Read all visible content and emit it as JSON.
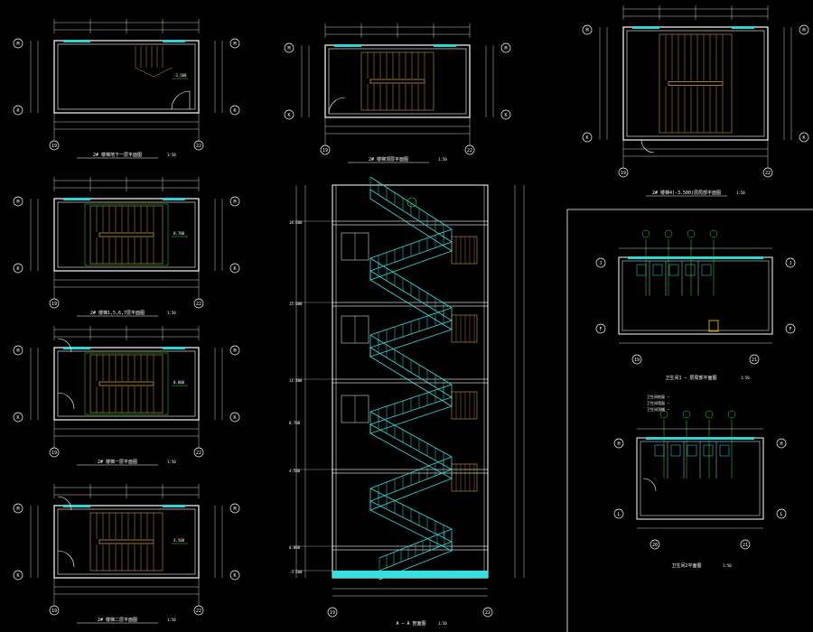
{
  "colors": {
    "background": "#000000",
    "wall": "#ffffff",
    "stair": "#c89a3c",
    "section": "#35e0e0",
    "hatch_green": "#3cdc3c",
    "window": "#2ad6d6",
    "dim": "#ffffff",
    "accent_yellow": "#ffd400"
  },
  "plans": [
    {
      "id": "p1",
      "caption": "2# 楼梯地下一层平面图",
      "scale": "1:50",
      "axis_top": "M",
      "axis_bottom": "K",
      "axis_left": "19",
      "axis_right": "22",
      "elev": "-3.500"
    },
    {
      "id": "p2",
      "caption": "2# 楼梯1,5,6,7层平面图",
      "scale": "1:50",
      "axis_top": "M",
      "axis_bottom": "K",
      "axis_left": "19",
      "axis_right": "22",
      "elev": "8.700"
    },
    {
      "id": "p3",
      "caption": "2# 楼梯一层平面图",
      "scale": "1:50",
      "axis_top": "M",
      "axis_bottom": "K",
      "axis_left": "19",
      "axis_right": "22",
      "elev": "0.000"
    },
    {
      "id": "p4",
      "caption": "2# 楼梯二层平面图",
      "scale": "1:50",
      "axis_top": "M",
      "axis_bottom": "K",
      "axis_left": "19",
      "axis_right": "22",
      "elev": "4.500"
    },
    {
      "id": "p5",
      "caption": "2# 楼梯顶层平面图",
      "scale": "1:50",
      "axis_top": "M",
      "axis_bottom": "K",
      "axis_left": "19",
      "axis_right": "22",
      "elev": ""
    },
    {
      "id": "p6",
      "caption": "2# 楼梯4(-3.500)层局部平面图",
      "scale": "1:50",
      "axis_top": "M",
      "axis_bottom": "K",
      "axis_left": "19",
      "axis_right": "22",
      "elev": ""
    }
  ],
  "section": {
    "caption": "A — A 剖面图",
    "scale": "1:50",
    "axis_left": "19",
    "axis_right": "22"
  },
  "toilet1": {
    "caption": "卫生间1 — 层局部平面图",
    "scale": "1:50",
    "axis_top": "J",
    "axis_bottom": "F",
    "axis_left": "19",
    "axis_right": "21"
  },
  "toilet2": {
    "caption": "卫生间2平面图",
    "scale": "1:50",
    "axis_top": "H",
    "axis_bottom": "L",
    "axis_left": "20",
    "axis_right": "21"
  },
  "notes": [
    "卫生间地面 —",
    "卫生间墙面 —",
    "卫生间顶棚 —"
  ],
  "levels": [
    "18.600",
    "15.000",
    "11.400",
    "8.700",
    "4.500",
    "0.000",
    "-3.500"
  ]
}
